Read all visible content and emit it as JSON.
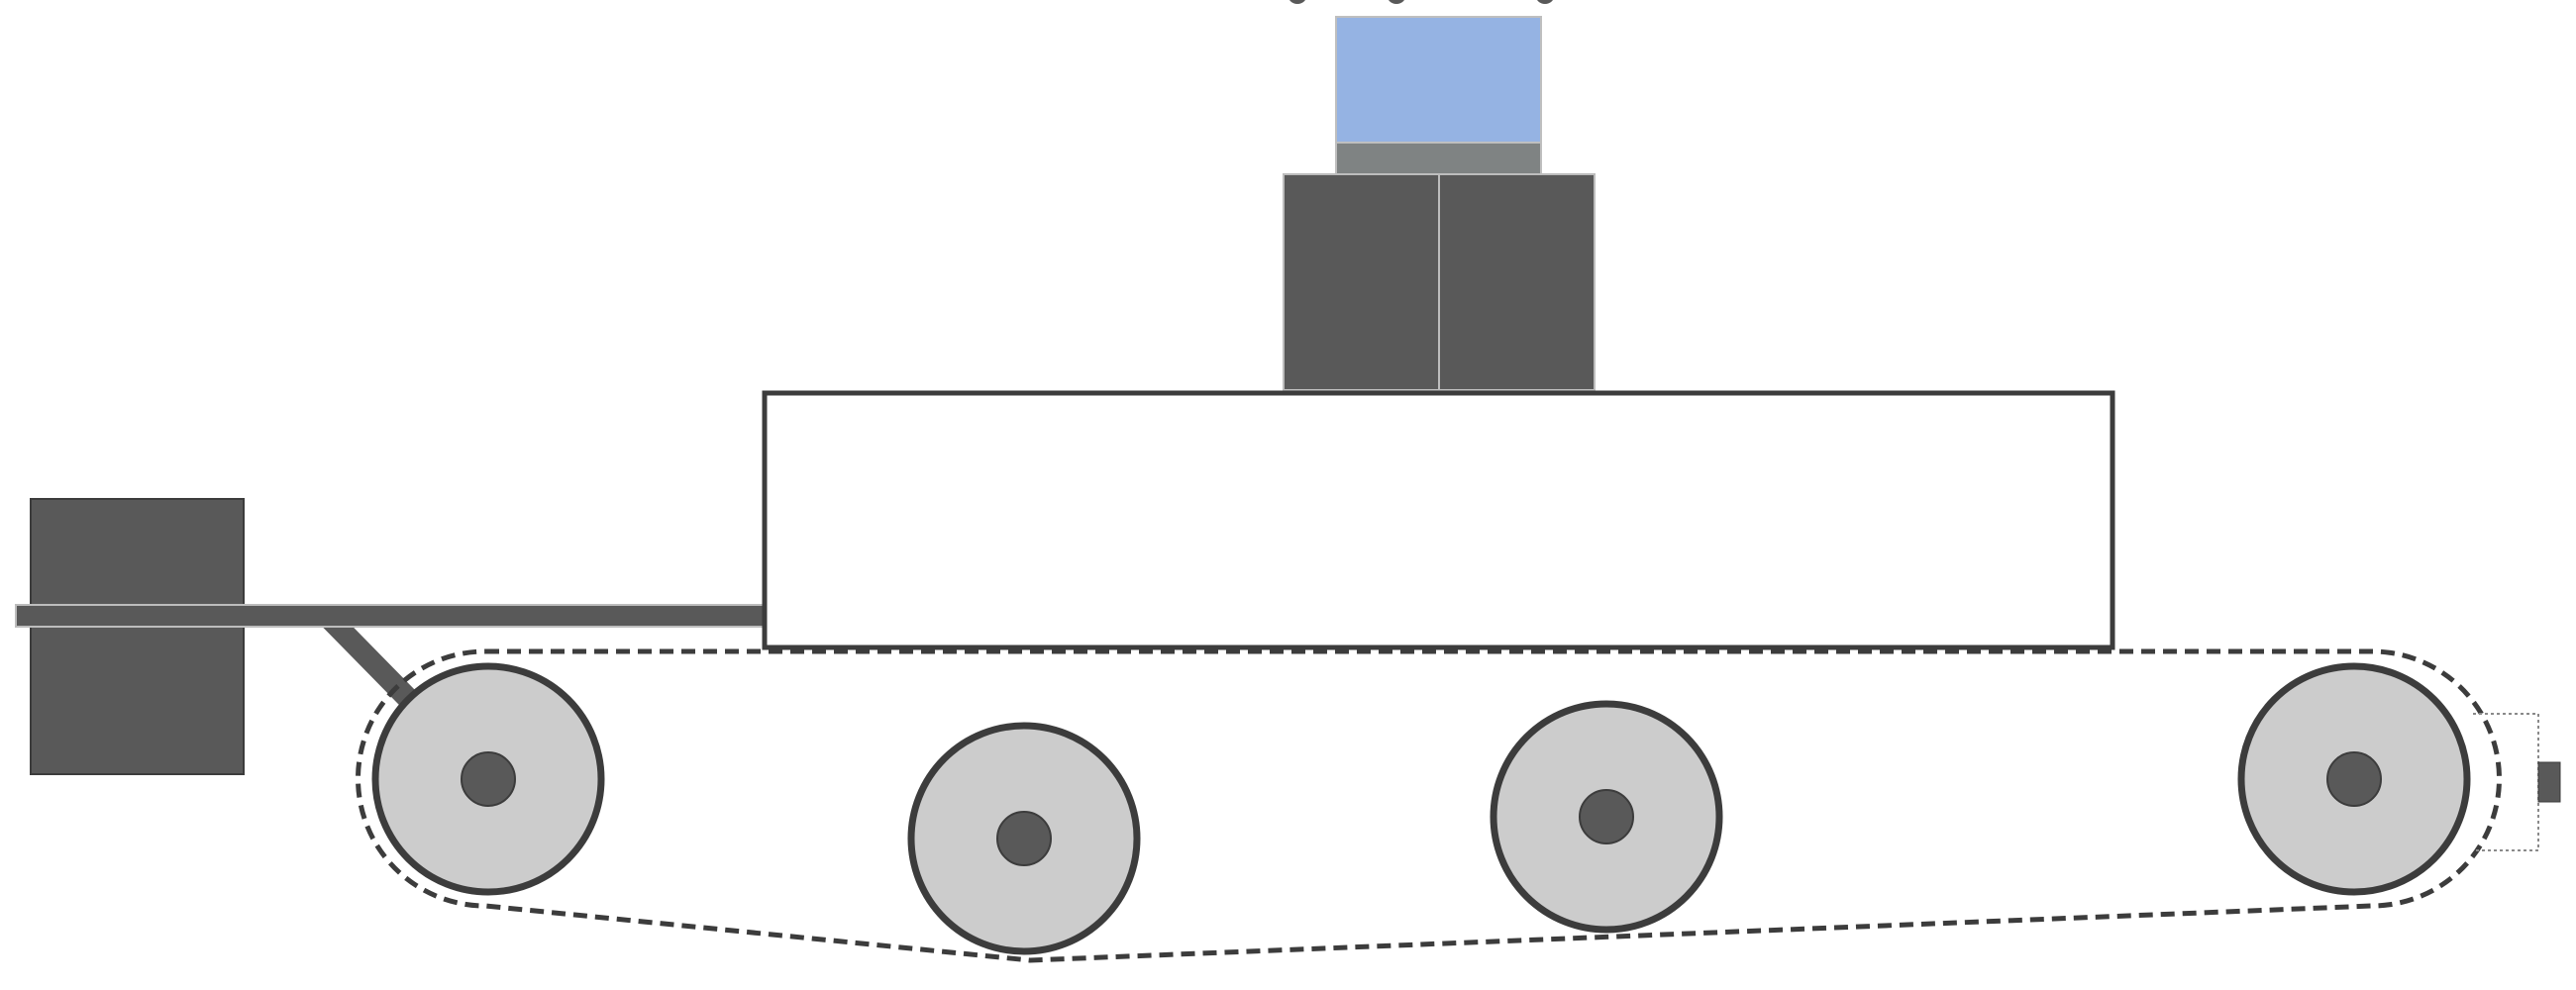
{
  "diagram": {
    "kind": "tracked-robot-side-view",
    "colors": {
      "background": "#ffffff",
      "outline": "#3c3c3c",
      "dark_fill": "#595959",
      "wheel_fill": "#cccccc",
      "sensor_glass": "#95b3e3",
      "sensor_base": "#7f8383",
      "seam": "#c8c8c8",
      "dotted_bracket": "#8a8a8a"
    },
    "parts": [
      {
        "id": "top-sensor",
        "icon": "camera-sensor-icon"
      },
      {
        "id": "sensor-mount",
        "icon": "mount-block-icon"
      },
      {
        "id": "chassis",
        "icon": "body-box-icon"
      },
      {
        "id": "front-arm",
        "icon": "arm-bar-icon"
      },
      {
        "id": "front-block",
        "icon": "counterweight-icon"
      },
      {
        "id": "track",
        "icon": "track-belt-icon"
      },
      {
        "id": "road-wheels",
        "icon": "wheel-icon",
        "count": 4
      },
      {
        "id": "rear-bracket",
        "icon": "bracket-icon"
      }
    ]
  }
}
